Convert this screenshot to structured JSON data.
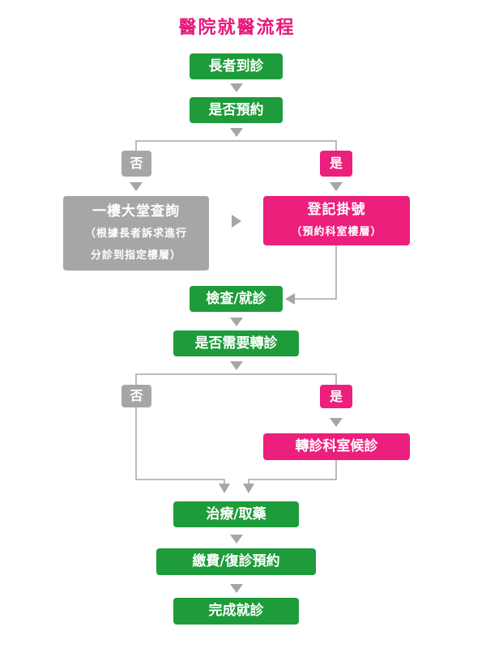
{
  "title": "醫院就醫流程",
  "nodes": {
    "arrive": "長者到診",
    "booked": "是否預約",
    "no1": "否",
    "yes1": "是",
    "lobby_title": "一樓大堂查詢",
    "lobby_sub1": "（根據長者訴求進行",
    "lobby_sub2": "分診到指定樓層）",
    "register_title": "登記掛號",
    "register_sub": "（預約科室樓層）",
    "exam": "檢查/就診",
    "referral": "是否需要轉診",
    "no2": "否",
    "yes2": "是",
    "transfer": "轉診科室候診",
    "treat": "治療/取藥",
    "pay": "繳費/復診預約",
    "done": "完成就診"
  },
  "colors": {
    "title": "#e6197a",
    "green": "#1e9b3a",
    "pink": "#ec1f7c",
    "gray": "#a6a6a6",
    "connector": "#a6a6a6"
  }
}
